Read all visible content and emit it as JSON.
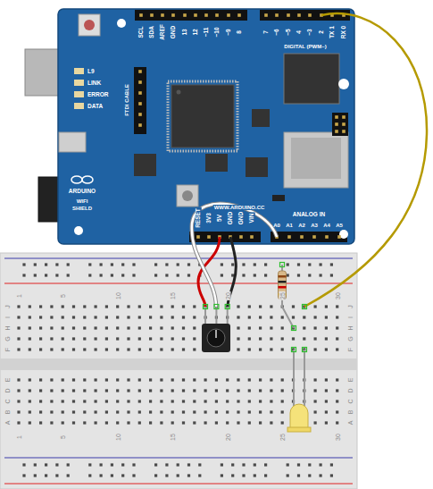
{
  "diagram": {
    "labels": [
      "SCL",
      "SDA",
      "AREF",
      "GND",
      "13",
      "12",
      "~11",
      "~10",
      "~9",
      "8",
      "7",
      "~6",
      "~5",
      "4",
      "~3",
      "2",
      "TX 1",
      "RX 0",
      "DIGITAL (PWM~)",
      "L9",
      "LINK",
      "ERROR",
      "DATA",
      "FTDI CABLE",
      "ARDUINO",
      "WIFI",
      "SHIELD",
      "RESET",
      "3V3",
      "5V",
      "GND",
      "GND",
      "VIN",
      "ANALOG IN",
      "A0",
      "A1",
      "A2",
      "A3",
      "A4",
      "A5",
      "WWW.ARDUINO.CC",
      "J",
      "I",
      "H",
      "G",
      "F",
      "E",
      "D",
      "C",
      "B",
      "A",
      "J",
      "I",
      "H",
      "G",
      "F",
      "E",
      "D",
      "C",
      "B",
      "A",
      "1",
      "5",
      "10",
      "15",
      "20",
      "25",
      "30",
      "1",
      "5",
      "10",
      "15",
      "20",
      "25",
      "30"
    ]
  }
}
